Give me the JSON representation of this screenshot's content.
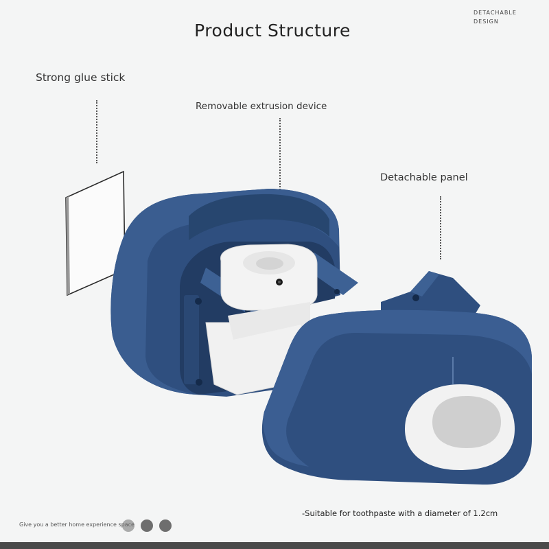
{
  "header": {
    "corner_tag_line1": "DETACHABLE",
    "corner_tag_line2": "DESIGN",
    "title": "Product Structure"
  },
  "labels": {
    "glue": "Strong glue stick",
    "extrusion": "Removable extrusion device",
    "panel": "Detachable panel"
  },
  "footer": {
    "tagline": "Give you a better home experience space",
    "note": "-Suitable for toothpaste with a diameter of 1.2cm"
  },
  "colors": {
    "background": "#f4f5f5",
    "product_blue": "#2f4f7f",
    "product_blue_dark": "#223c63",
    "inner_white": "#f3f3f3"
  }
}
